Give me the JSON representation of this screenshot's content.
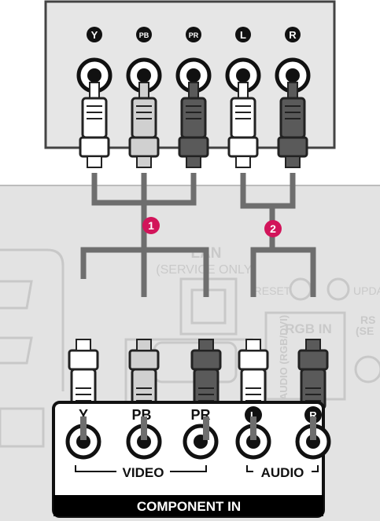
{
  "source_panel": {
    "labels": [
      "Y",
      "PB",
      "PR",
      "L",
      "R"
    ]
  },
  "steps": [
    "1",
    "2"
  ],
  "tv_panel": {
    "lan_label": "LAN",
    "service_only_label": "(SERVICE ONLY)",
    "reset_label": "RESET",
    "update_label": "UPDA",
    "rgb_in_label": "RGB IN",
    "rs_label": "RS",
    "se_label": "(SE",
    "audio_rgb_dvi_label": "AUDIO (RGB/DVI)",
    "component": {
      "jack_labels": [
        "Y",
        "PB",
        "PR",
        "L",
        "R"
      ],
      "video_label": "VIDEO",
      "audio_label": "AUDIO",
      "title": "COMPONENT IN"
    }
  },
  "colors": {
    "step_badge": "#d2145a",
    "cable_dark": "#6e6e6e",
    "plug_white": "#ffffff",
    "plug_light_gray": "#d0d0d0",
    "plug_dark": "#5a5a5a",
    "panel_bg": "#e6e6e6",
    "tv_bg": "#e3e3e3",
    "component_band": "#000000"
  }
}
